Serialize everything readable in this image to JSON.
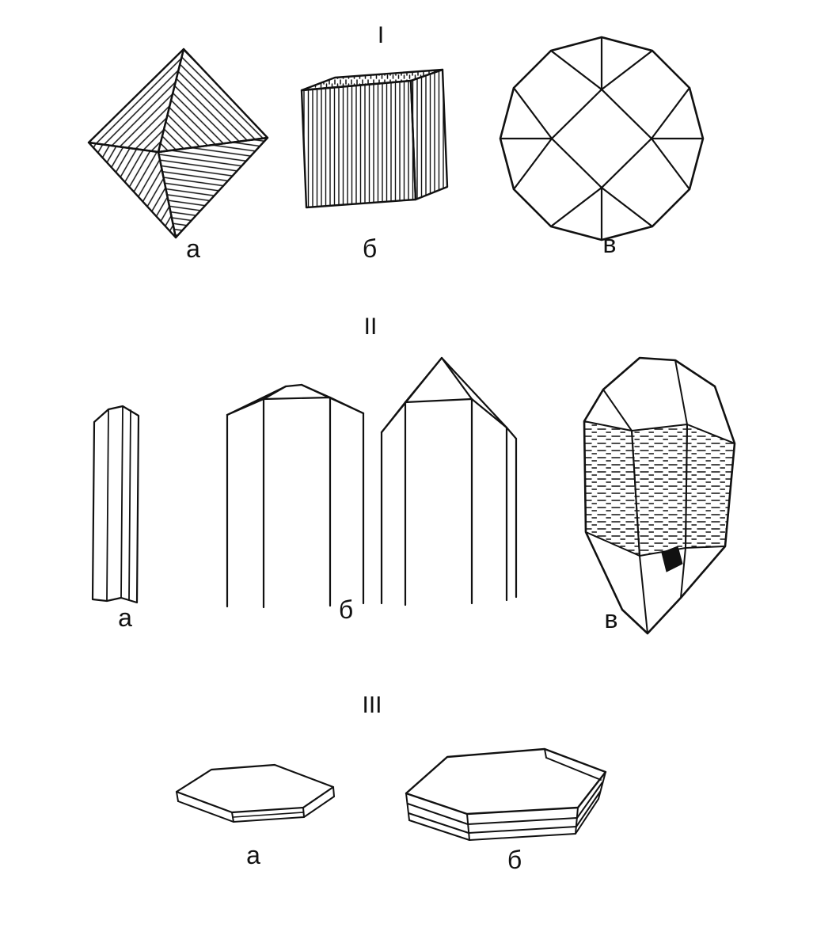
{
  "page": {
    "background": "#ffffff",
    "ink": "#111111"
  },
  "figure": {
    "groups": [
      {
        "numeral": "I",
        "items": [
          {
            "label": "а",
            "name": "octahedron-crystal"
          },
          {
            "label": "б",
            "name": "cube-crystal"
          },
          {
            "label": "в",
            "name": "rounded-trapezohedron-crystal"
          }
        ]
      },
      {
        "numeral": "II",
        "items": [
          {
            "label": "а",
            "name": "thin-columnar-crystal"
          },
          {
            "label": "б",
            "name": "prismatic-crystals"
          },
          {
            "label": "в",
            "name": "doubly-terminated-quartz-crystal"
          }
        ]
      },
      {
        "numeral": "III",
        "items": [
          {
            "label": "а",
            "name": "thin-tabular-plate"
          },
          {
            "label": "б",
            "name": "thick-tabular-crystal"
          }
        ]
      }
    ]
  }
}
